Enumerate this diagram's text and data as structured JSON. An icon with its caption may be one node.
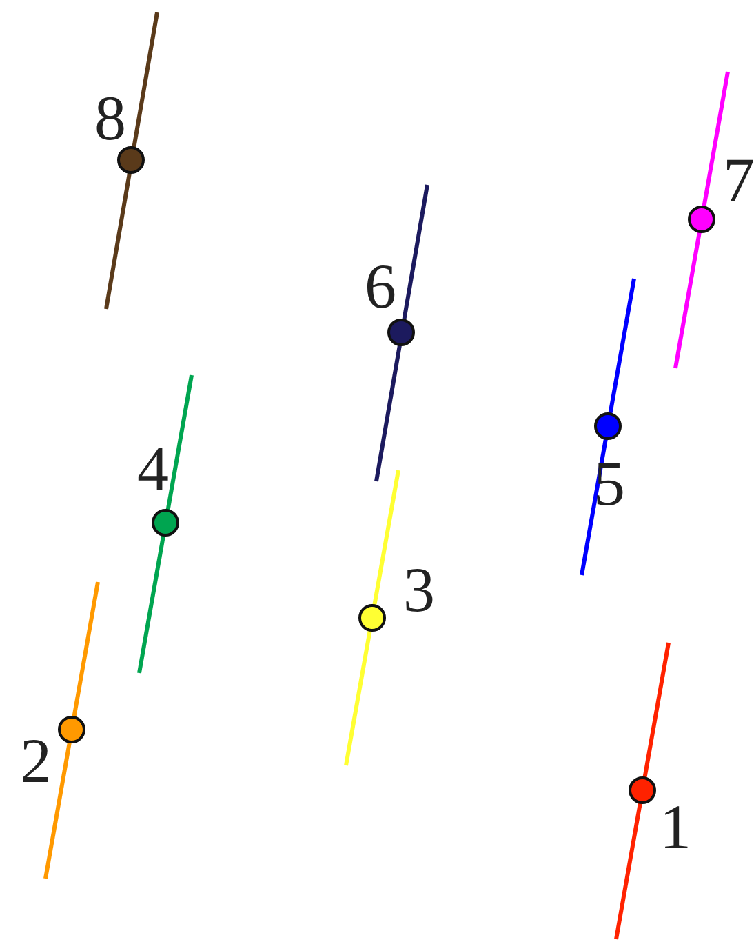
{
  "diagram": {
    "labels": [
      "8",
      "7",
      "6",
      "4",
      "5",
      "3",
      "2",
      "1"
    ]
  }
}
